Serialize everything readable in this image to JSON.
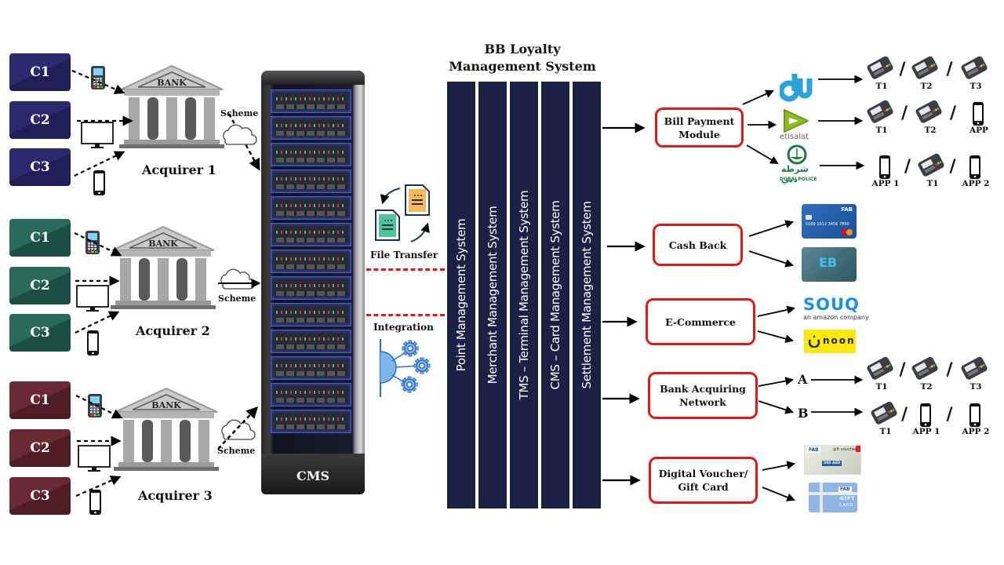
{
  "title": {
    "line1": "BB Loyalty",
    "line2": "Management System"
  },
  "acquirers": [
    {
      "name": "Acquirer 1",
      "bank_label": "BANK",
      "scheme_label": "Scheme",
      "card_color": "#2b2a6e",
      "customers": [
        "C1",
        "C2",
        "C3"
      ],
      "channels": [
        "pos-terminal",
        "desktop-monitor",
        "smartphone"
      ]
    },
    {
      "name": "Acquirer 2",
      "bank_label": "BANK",
      "scheme_label": "Scheme",
      "card_color": "#2a6a5a",
      "customers": [
        "C1",
        "C2",
        "C3"
      ],
      "channels": [
        "pos-terminal",
        "desktop-monitor",
        "smartphone"
      ]
    },
    {
      "name": "Acquirer 3",
      "bank_label": "BANK",
      "scheme_label": "Scheme",
      "card_color": "#6a2a34",
      "customers": [
        "C1",
        "C2",
        "C3"
      ],
      "channels": [
        "pos-terminal",
        "desktop-monitor",
        "smartphone"
      ]
    }
  ],
  "cms": {
    "label": "CMS"
  },
  "connectors": {
    "file_transfer": "File Transfer",
    "integration": "Integration"
  },
  "systems": [
    "Point Management System",
    "Merchant Management System",
    "TMS – Terminal Management System",
    "CMS – Card Management System",
    "Settlement Management System"
  ],
  "modules": {
    "bill_payment": {
      "label_line1": "Bill Payment",
      "label_line2": "Module",
      "providers": [
        {
          "name": "du",
          "devices": [
            "T1",
            "T2",
            "T3"
          ]
        },
        {
          "name": "etisalat",
          "devices": [
            "T1",
            "T2",
            "APP"
          ]
        },
        {
          "name": "Dubai Police",
          "arabic": "شرطة دبي",
          "caption": "DUBAI POLICE",
          "devices": [
            "APP 1",
            "T1",
            "APP 2"
          ]
        }
      ]
    },
    "cash_back": {
      "label": "Cash Back",
      "cards": [
        {
          "name": "FAB credit card",
          "brand": "FAB",
          "number": "5169 1012 3456 7890"
        },
        {
          "name": "EB card",
          "brand": "EB"
        }
      ]
    },
    "ecommerce": {
      "label": "E-Commerce",
      "merchants": [
        {
          "name": "SOUQ",
          "tagline": "an amazon company"
        },
        {
          "name": "noon"
        }
      ]
    },
    "bank_acquiring": {
      "label_line1": "Bank Acquiring",
      "label_line2": "Network",
      "networks": [
        {
          "name": "A",
          "devices": [
            "T1",
            "T2",
            "T3"
          ]
        },
        {
          "name": "B",
          "devices": [
            "T1",
            "APP 1",
            "APP 2"
          ]
        }
      ]
    },
    "voucher": {
      "label_line1": "Digital Voucher/",
      "label_line2": "Gift Card",
      "items": [
        {
          "name": "FAB gift voucher",
          "brand": "FAB",
          "title": "gift voucher",
          "amount": "500 AED"
        },
        {
          "name": "FAB gift card",
          "brand": "FAB",
          "title_line1": "GIFT",
          "title_line2": "CARD"
        }
      ]
    }
  },
  "colors": {
    "module_border": "#e01818",
    "system_column": "#1b2145",
    "du_blue": "#2aa3d9",
    "etisalat_green": "#8dbb23",
    "police_green": "#1d7a3b",
    "souq_blue": "#1c8fe0",
    "noon_yellow": "#fbe90c"
  },
  "separator": "/"
}
